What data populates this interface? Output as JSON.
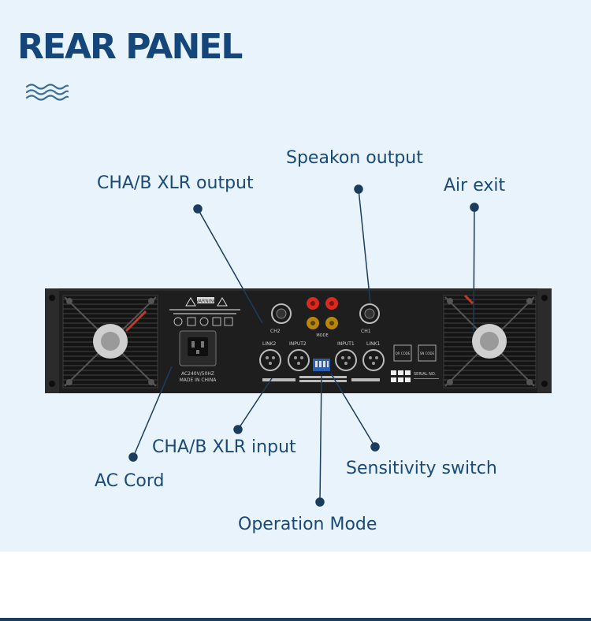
{
  "header": {
    "title": "REAR PANEL"
  },
  "callouts": {
    "speakon_output": "Speakon output",
    "cha_b_xlr_output": "CHA/B XLR output",
    "air_exit": "Air exit",
    "cha_b_xlr_input": "CHA/B XLR input",
    "ac_cord": "AC Cord",
    "sensitivity_switch": "Sensitivity switch",
    "operation_mode": "Operation Mode"
  },
  "device_labels": {
    "warning": "WARNING",
    "power_rating": "AC240V/50HZ",
    "made_in": "MADE IN CHINA",
    "input2": "INPUT2",
    "input1": "INPUT1",
    "link2": "LINK2",
    "link1": "LINK1",
    "ch2": "CH2",
    "ch1": "CH1",
    "mode": "MODE",
    "qr_code": "QR CODE",
    "sn_code": "SN CODE",
    "serial_no": "SERIAL NO."
  },
  "colors": {
    "background": "#e8f3fb",
    "title": "#14467a",
    "callout_text": "#1a4a78",
    "leader_line": "#1b3d5d",
    "chassis": "#1e1e1f",
    "binding_post": "#d92a20"
  }
}
